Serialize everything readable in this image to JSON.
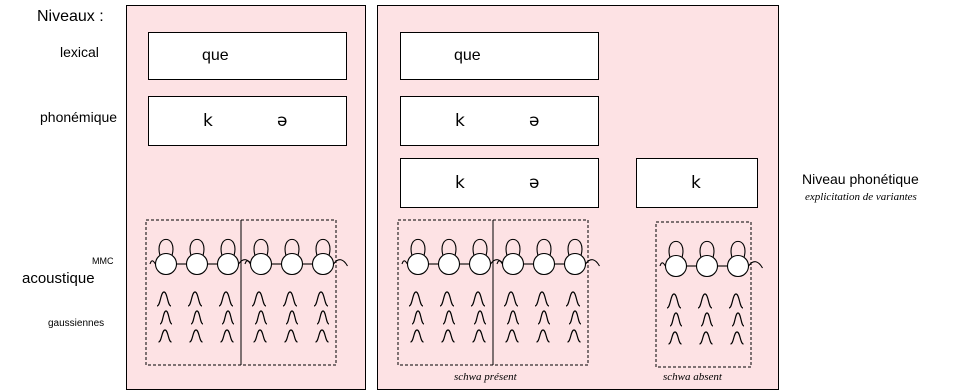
{
  "levels": {
    "title": "Niveaux :",
    "lexical": "lexical",
    "phonemic": "phonémique",
    "acoustic": "acoustique",
    "hmm": "MMC",
    "gaussians": "gaussiennes"
  },
  "left_panel": {
    "word": "que",
    "phonemes": [
      "k",
      "ə"
    ]
  },
  "right_panel": {
    "word": "que",
    "phonemes": [
      "k",
      "ə"
    ],
    "variant_present": [
      "k",
      "ə"
    ],
    "variant_absent": [
      "k"
    ],
    "caption_present": "schwa présent",
    "caption_absent": "schwa absent"
  },
  "phonetic_level": {
    "title": "Niveau phonétique",
    "subtitle": "explicitation de variantes"
  }
}
